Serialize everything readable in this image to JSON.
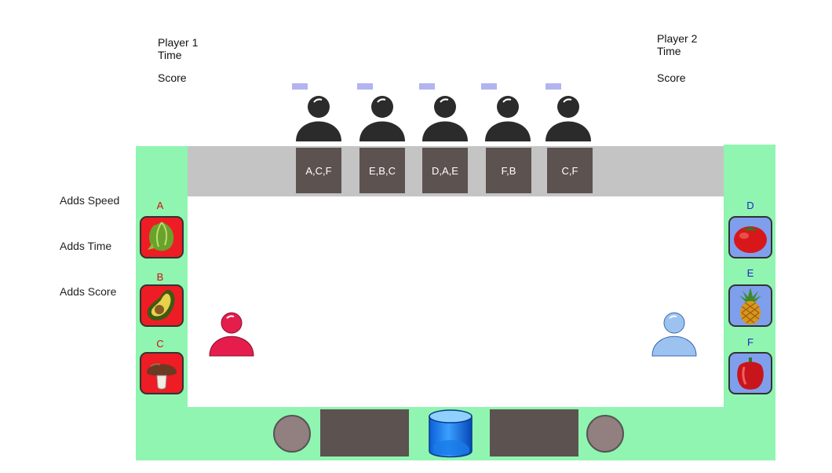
{
  "hud": {
    "player1": {
      "name": "Player 1",
      "time_label": "Time",
      "score_label": "Score"
    },
    "player2": {
      "name": "Player 2",
      "time_label": "Time",
      "score_label": "Score"
    }
  },
  "legend": {
    "speed": "Adds Speed",
    "time": "Adds Time",
    "score": "Adds Score"
  },
  "customers": [
    {
      "order": "A,C,F",
      "icon": "customer-icon"
    },
    {
      "order": "E,B,C",
      "icon": "customer-icon"
    },
    {
      "order": "D,A,E",
      "icon": "customer-icon"
    },
    {
      "order": "F,B",
      "icon": "customer-icon"
    },
    {
      "order": "C,F",
      "icon": "customer-icon"
    }
  ],
  "ingredients_left": [
    {
      "letter": "A",
      "icon": "lettuce-icon"
    },
    {
      "letter": "B",
      "icon": "avocado-icon"
    },
    {
      "letter": "C",
      "icon": "mushroom-icon"
    }
  ],
  "ingredients_right": [
    {
      "letter": "D",
      "icon": "tomato-icon"
    },
    {
      "letter": "E",
      "icon": "pineapple-icon"
    },
    {
      "letter": "F",
      "icon": "pepper-icon"
    }
  ],
  "colors": {
    "floor": "#90f5b0",
    "counter": "#c4c4c4",
    "order_box": "#5c5250",
    "player1": "#e41d4d",
    "player2": "#7fb0ec",
    "left_bins": "#ee1c24",
    "right_bins": "#7f9fec",
    "left_letters": "#cc1111",
    "right_letters": "#2222cc"
  }
}
